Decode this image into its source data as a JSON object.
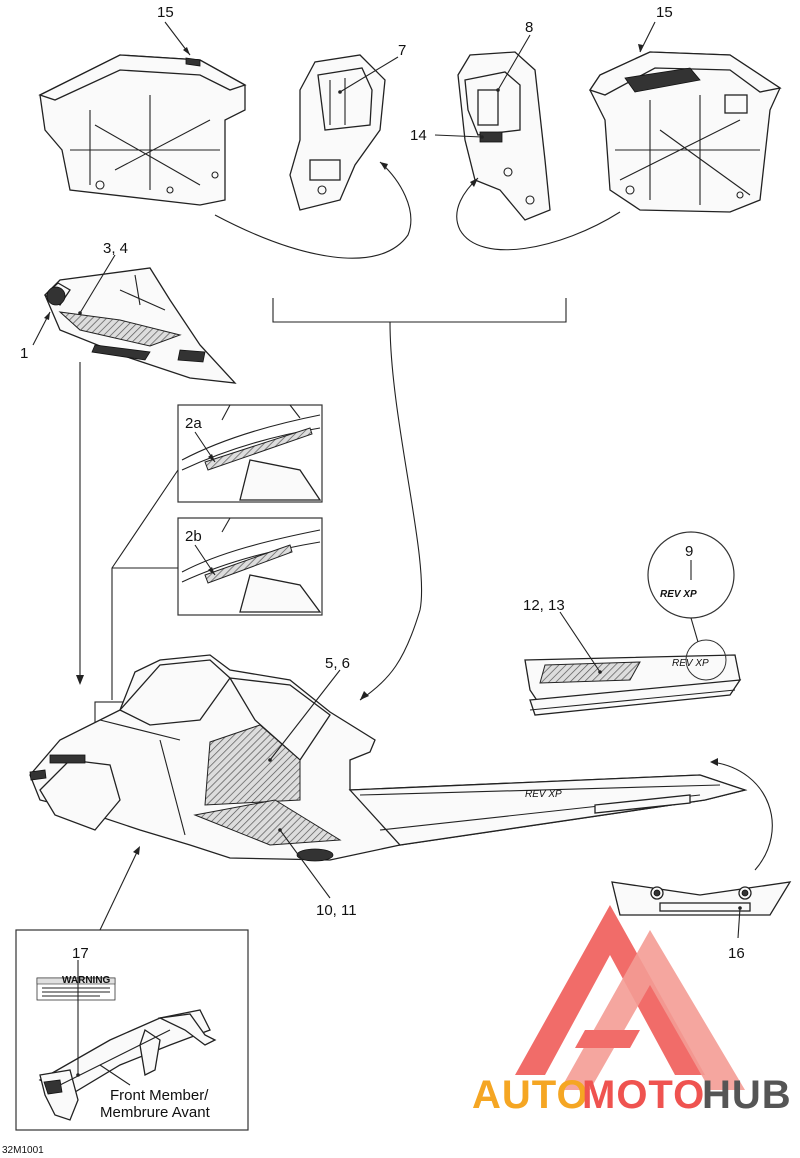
{
  "callouts": {
    "c15_left": "15",
    "c7": "7",
    "c8": "8",
    "c15_right": "15",
    "c14": "14",
    "c3_4": "3, 4",
    "c1": "1",
    "c2a": "2a",
    "c2b": "2b",
    "c9": "9",
    "c12_13": "12, 13",
    "c5_6": "5, 6",
    "c10_11": "10, 11",
    "c16": "16",
    "c17": "17"
  },
  "inset_caption": {
    "line1": "Front Member/",
    "line2": "Membrure Avant"
  },
  "warning_label": {
    "title": "WARNING"
  },
  "figure_code": "32M1001",
  "watermark": {
    "part1": "AUTO",
    "part2": "MOTO",
    "part3": "HUB",
    "color_orange": "#f5a623",
    "color_red": "#ef5350",
    "color_gray": "#555555"
  }
}
